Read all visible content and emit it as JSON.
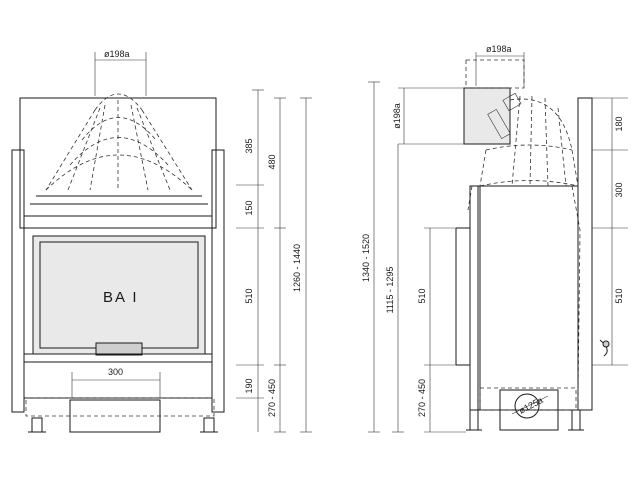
{
  "front_view": {
    "model_label": "BA I",
    "flue_diameter": "ø198a",
    "width_opening": "300",
    "dims_right_inner": [
      "385",
      "150",
      "510",
      "190"
    ],
    "dims_right_middle": [
      "480",
      "270 - 450"
    ],
    "dims_right_outer": [
      "1260 - 1440"
    ]
  },
  "side_view": {
    "flue_diameter_top": "ø198a",
    "flue_diameter_vertical": "ø198a",
    "air_inlet_diameter": "ø125a",
    "dims_left_outer": [
      "1340 - 1520"
    ],
    "dims_left_middle": [
      "1115 - 1295"
    ],
    "dims_left_inner": [
      "510",
      "270 - 450"
    ],
    "dims_right": [
      "180",
      "300",
      "510"
    ]
  }
}
